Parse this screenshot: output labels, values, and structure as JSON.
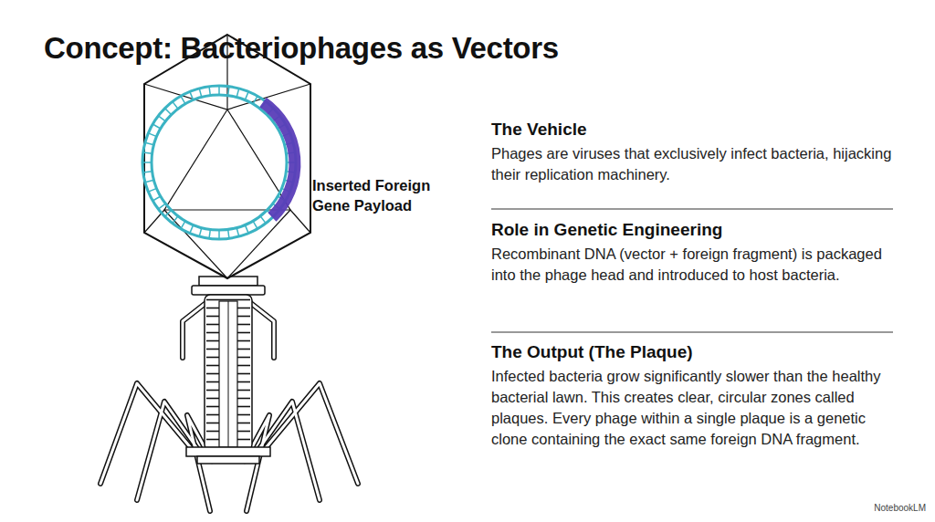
{
  "diagram": {
    "title": "Concept: Bacteriophages as Vectors",
    "nodes": [
      {
        "text": [
          "The Vehicle",
          "Phages are viruses that exclusively infect bacteria, hijacking their replication machinery."
        ]
      },
      {
        "text": [
          "Role in Genetic Engineering",
          "Recombinant DNA (vector + foreign fragment) is packaged into the phage head and introduced to host bacteria."
        ]
      },
      {
        "text": [
          "The Output (The Plaque)",
          "Infected bacteria grow significantly slower than the healthy bacterial lawn. This creates clear, circular zones called plaques. Every phage within a single plaque is a genetic clone containing the exact same foreign DNA fragment."
        ]
      }
    ],
    "labels": [
      "Inserted Foreign Gene Payload",
      "NotebookLM"
    ]
  }
}
